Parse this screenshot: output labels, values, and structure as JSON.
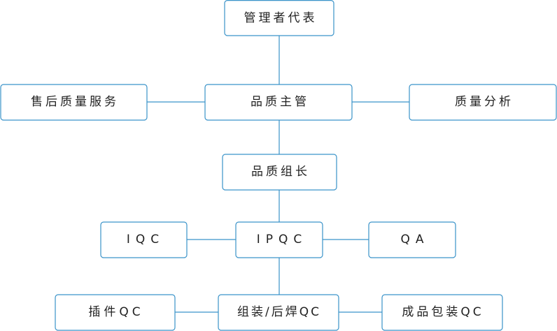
{
  "org_chart": {
    "nodes": [
      {
        "id": "rep",
        "label": "管理者代表"
      },
      {
        "id": "after_sales",
        "label": "售后质量服务"
      },
      {
        "id": "quality_supervisor",
        "label": "品质主管"
      },
      {
        "id": "quality_analysis",
        "label": "质量分析"
      },
      {
        "id": "quality_leader",
        "label": "品质组长"
      },
      {
        "id": "iqc",
        "label": "IQC"
      },
      {
        "id": "ipqc",
        "label": "IPQC"
      },
      {
        "id": "qa",
        "label": "QA"
      },
      {
        "id": "plugin_qc",
        "label": "插件QC"
      },
      {
        "id": "assembly_qc",
        "label": "组装/后焊QC"
      },
      {
        "id": "packing_qc",
        "label": "成品包装QC"
      }
    ],
    "edges": [
      [
        "rep",
        "quality_supervisor"
      ],
      [
        "after_sales",
        "quality_supervisor"
      ],
      [
        "quality_supervisor",
        "quality_analysis"
      ],
      [
        "quality_supervisor",
        "quality_leader"
      ],
      [
        "quality_leader",
        "ipqc"
      ],
      [
        "iqc",
        "ipqc"
      ],
      [
        "ipqc",
        "qa"
      ],
      [
        "ipqc",
        "assembly_qc"
      ],
      [
        "plugin_qc",
        "assembly_qc"
      ],
      [
        "assembly_qc",
        "packing_qc"
      ]
    ]
  }
}
